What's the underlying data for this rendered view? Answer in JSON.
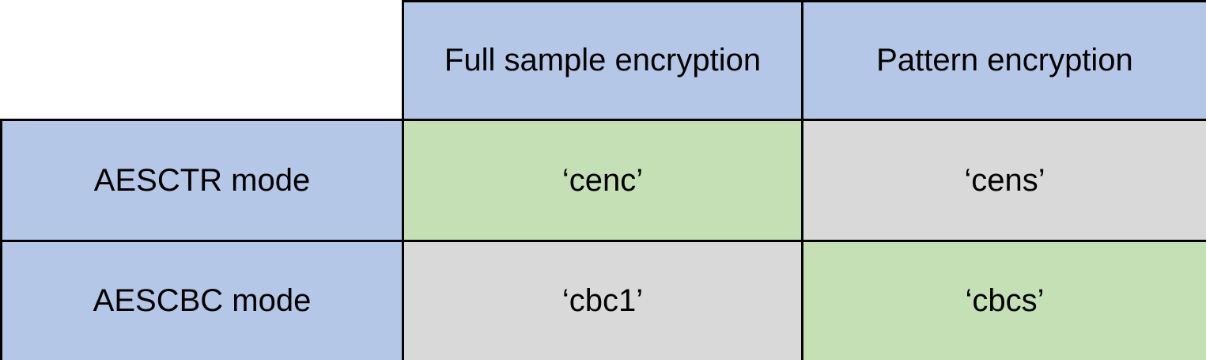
{
  "colors": {
    "header_blue": "#b4c7e7",
    "green_highlight": "#c5e0b4",
    "gray_cell": "#d9d9d9",
    "border": "#000000",
    "text": "#000000",
    "background": "#ffffff"
  },
  "table": {
    "corner_label": "",
    "column_headers": [
      "Full sample encryption",
      "Pattern encryption"
    ],
    "rows": [
      {
        "label": "AESCTR mode",
        "cells": [
          {
            "text": "‘cenc’",
            "highlight": "green"
          },
          {
            "text": "‘cens’",
            "highlight": "gray"
          }
        ]
      },
      {
        "label": "AESCBC mode",
        "cells": [
          {
            "text": "‘cbc1’",
            "highlight": "gray"
          },
          {
            "text": "‘cbcs’",
            "highlight": "green"
          }
        ]
      }
    ]
  },
  "chart_data": {
    "type": "table",
    "columns": [
      "",
      "Full sample encryption",
      "Pattern encryption"
    ],
    "rows": [
      [
        "AESCTR mode",
        "‘cenc’",
        "‘cens’"
      ],
      [
        "AESCBC mode",
        "‘cbc1’",
        "‘cbcs’"
      ]
    ]
  }
}
